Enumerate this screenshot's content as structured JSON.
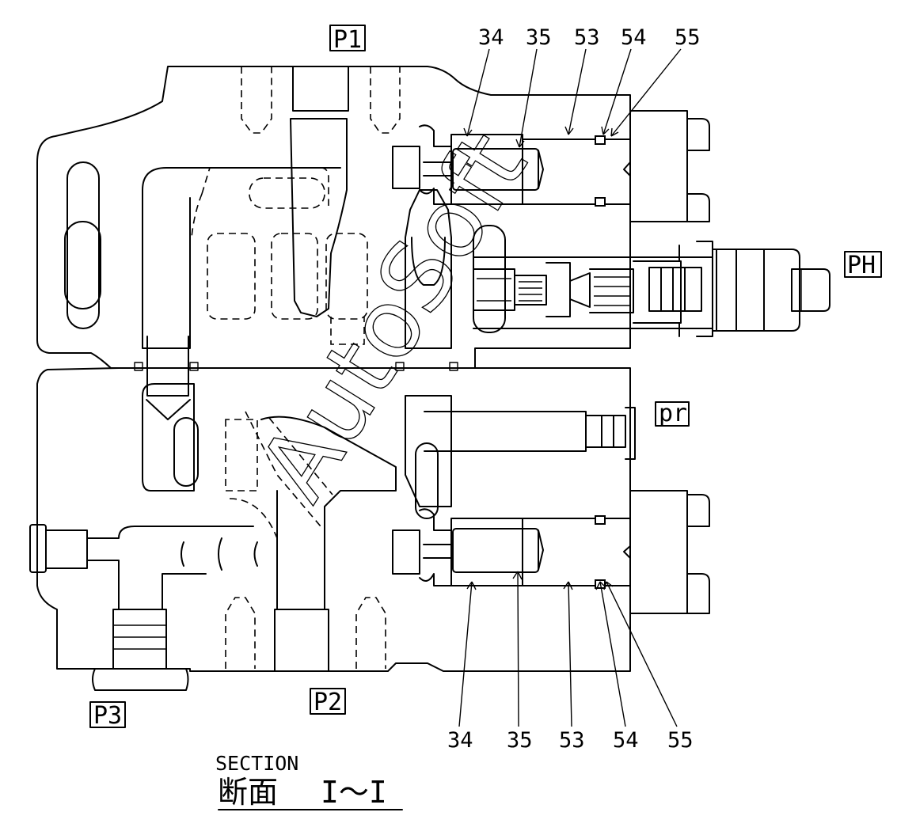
{
  "ports": {
    "p1": "P1",
    "p2": "P2",
    "p3": "P3",
    "ph": "PH",
    "pr": "pr"
  },
  "callouts_top": [
    "34",
    "35",
    "53",
    "54",
    "55"
  ],
  "callouts_bottom": [
    "34",
    "35",
    "53",
    "54",
    "55"
  ],
  "section": {
    "label_en": "SECTION",
    "label_jp": "断面",
    "range": "I～I"
  },
  "watermark": "AutoSoft"
}
